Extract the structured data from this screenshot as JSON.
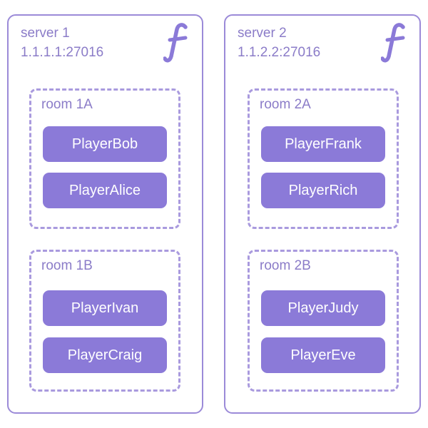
{
  "colors": {
    "border": "#9b8ad8",
    "text": "#8b7cc8",
    "player_fill": "#8b7ad8",
    "player_text": "#ffffff"
  },
  "servers": [
    {
      "name": "server 1",
      "address": "1.1.1.1:27016",
      "logo_icon": "function-f-icon",
      "rooms": [
        {
          "name": "room 1A",
          "players": [
            "PlayerBob",
            "PlayerAlice"
          ]
        },
        {
          "name": "room 1B",
          "players": [
            "PlayerIvan",
            "PlayerCraig"
          ]
        }
      ]
    },
    {
      "name": "server 2",
      "address": "1.1.2.2:27016",
      "logo_icon": "function-f-icon",
      "rooms": [
        {
          "name": "room 2A",
          "players": [
            "PlayerFrank",
            "PlayerRich"
          ]
        },
        {
          "name": "room 2B",
          "players": [
            "PlayerJudy",
            "PlayerEve"
          ]
        }
      ]
    }
  ]
}
